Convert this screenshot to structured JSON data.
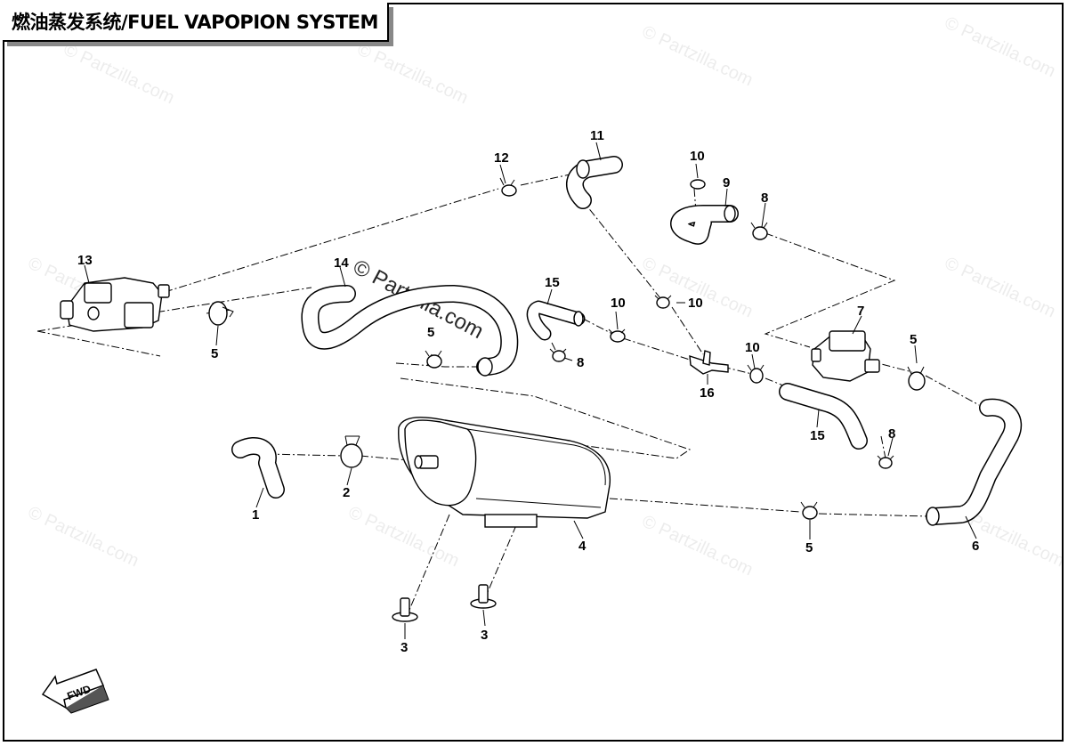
{
  "title": "燃油蒸发系统/FUEL VAPOPION SYSTEM",
  "watermark": "© Partzilla.com",
  "fwd_label": "FWD",
  "callouts": {
    "c1": "1",
    "c2": "2",
    "c3a": "3",
    "c3b": "3",
    "c4": "4",
    "c5a": "5",
    "c5b": "5",
    "c5c": "5",
    "c5d": "5",
    "c6": "6",
    "c7": "7",
    "c8a": "8",
    "c8b": "8",
    "c8c": "8",
    "c9": "9",
    "c10a": "10",
    "c10b": "10",
    "c10c": "10",
    "c10d": "10",
    "c11": "11",
    "c12": "12",
    "c13": "13",
    "c14": "14",
    "c15a": "15",
    "c15b": "15",
    "c16": "16"
  }
}
